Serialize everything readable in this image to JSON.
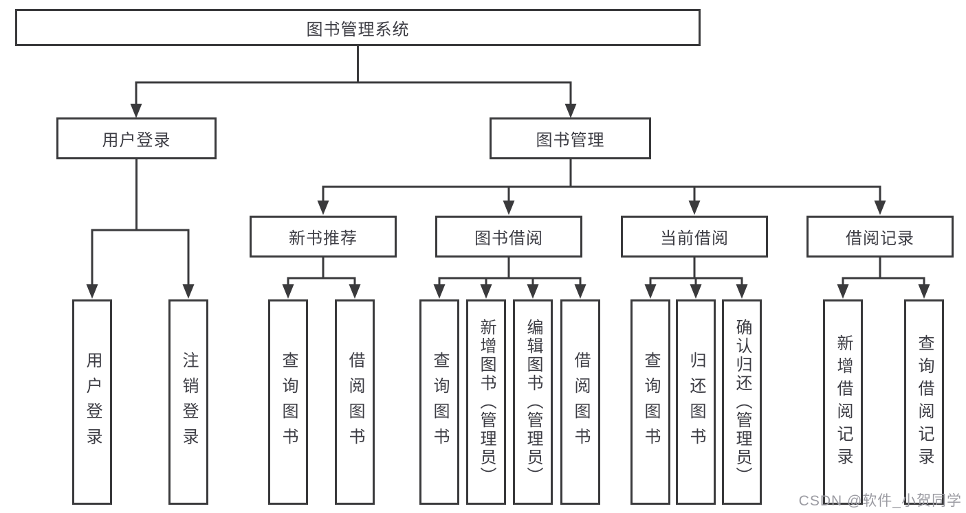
{
  "tree": {
    "root": {
      "label": "图书管理系统"
    },
    "branches": [
      {
        "label": "用户登录",
        "children": [
          {
            "label": "用户登录"
          },
          {
            "label": "注销登录"
          }
        ]
      },
      {
        "label": "图书管理",
        "children": [
          {
            "label": "新书推荐",
            "children": [
              {
                "label": "查询图书"
              },
              {
                "label": "借阅图书"
              }
            ]
          },
          {
            "label": "图书借阅",
            "children": [
              {
                "label": "查询图书"
              },
              {
                "label": "新增图书（管理员）"
              },
              {
                "label": "编辑图书（管理员）"
              },
              {
                "label": "借阅图书"
              }
            ]
          },
          {
            "label": "当前借阅",
            "children": [
              {
                "label": "查询图书"
              },
              {
                "label": "归还图书"
              },
              {
                "label": "确认归还（管理员）"
              }
            ]
          },
          {
            "label": "借阅记录",
            "children": [
              {
                "label": "新增借阅记录"
              },
              {
                "label": "查询借阅记录"
              }
            ]
          }
        ]
      }
    ]
  },
  "watermark": {
    "text": "CSDN @软件_小贺同学"
  },
  "colors": {
    "line": "#3a3a3c",
    "box_border": "#3a3a3c",
    "text": "#3d3d44",
    "background": "#ffffff",
    "watermark": "#9b9ba2"
  }
}
